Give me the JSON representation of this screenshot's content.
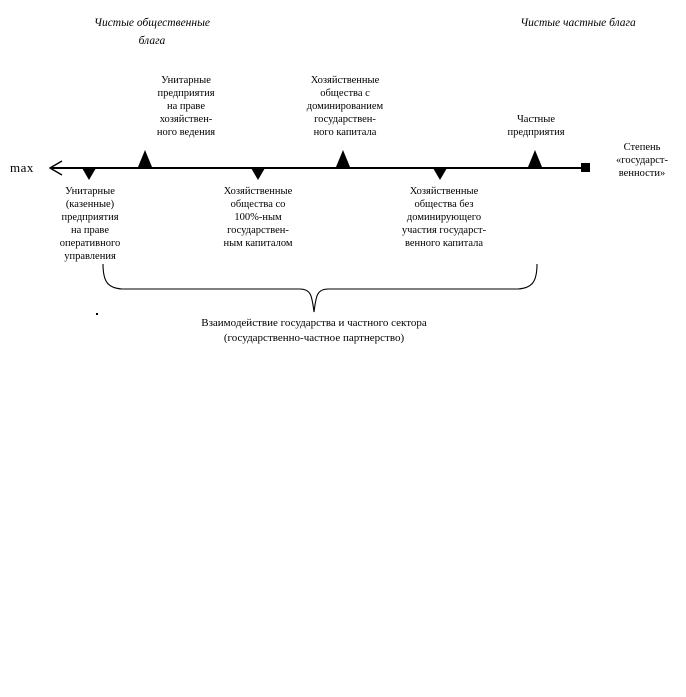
{
  "diagram": {
    "title_left": "Чистые общественные\nблага",
    "title_right": "Чистые частные блага",
    "axis": {
      "left_end_label": "max",
      "right_axis_name": "Степень\n«государст-\nвенности»"
    },
    "markers_above": [
      {
        "id": "unitary-economic-management",
        "label": "Унитарные\nпредприятия\nна праве\nхозяйствен-\nного ведения"
      },
      {
        "id": "companies-dominant-state-capital",
        "label": "Хозяйственные\nобщества с\nдоминированием\nгосударствен-\nного капитала"
      },
      {
        "id": "private-enterprises",
        "label": "Частные\nпредприятия"
      }
    ],
    "markers_below": [
      {
        "id": "unitary-operative-management",
        "label": "Унитарные\n(казенные)\nпредприятия\nна праве\nоперативного\nуправления"
      },
      {
        "id": "companies-100-state-capital",
        "label": "Хозяйственные\nобщества со\n100%-ным\nгосударствен-\nным капиталом"
      },
      {
        "id": "companies-no-dominant-state-capital",
        "label": "Хозяйственные\nобщества без\nдоминирующего\nучастия государст-\nвенного капитала"
      }
    ],
    "brace_caption": "Взаимодействие государства и частного сектора\n(государственно-частное партнерство)",
    "colors": {
      "stroke": "#000000",
      "background": "#ffffff"
    }
  }
}
